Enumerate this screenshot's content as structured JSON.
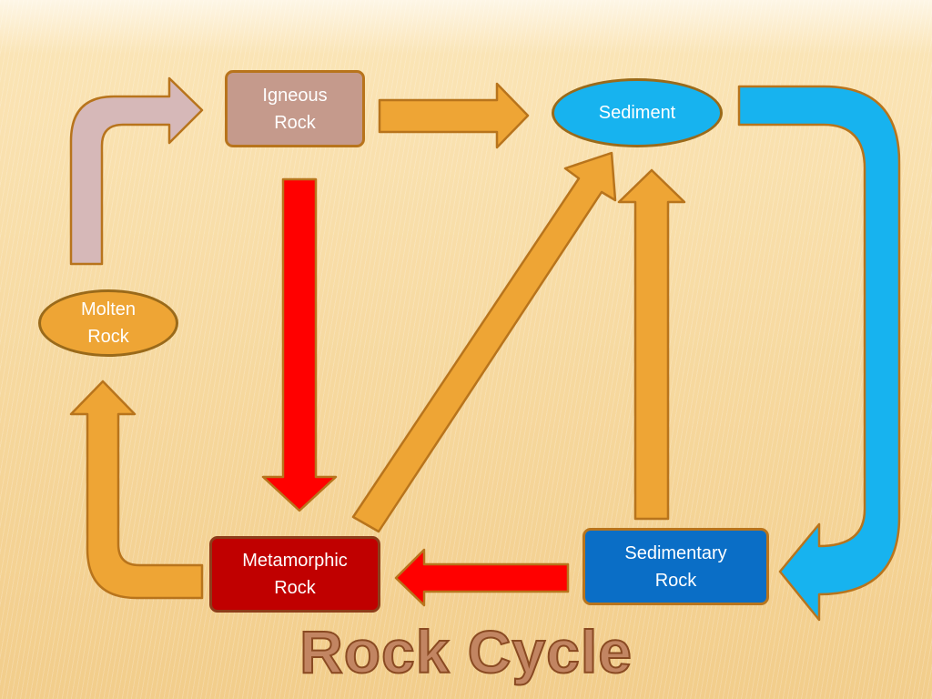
{
  "diagram": {
    "title": "Rock Cycle",
    "nodes": {
      "igneous_rock": "Igneous\nRock",
      "sediment": "Sediment",
      "molten_rock": "Molten\nRock",
      "metamorphic_rock": "Metamorphic\nRock",
      "sedimentary_rock": "Sedimentary\nRock"
    },
    "arrows": [
      {
        "from": "molten_rock",
        "to": "igneous_rock",
        "color": "#d6b8b8"
      },
      {
        "from": "igneous_rock",
        "to": "sediment",
        "color": "#eea535"
      },
      {
        "from": "igneous_rock",
        "to": "metamorphic_rock",
        "color": "#ff0000"
      },
      {
        "from": "sediment",
        "to": "sedimentary_rock",
        "color": "#17b3ef"
      },
      {
        "from": "sedimentary_rock",
        "to": "sediment",
        "color": "#eea535"
      },
      {
        "from": "metamorphic_rock",
        "to": "sediment",
        "color": "#eea535"
      },
      {
        "from": "sedimentary_rock",
        "to": "metamorphic_rock",
        "color": "#ff0000"
      },
      {
        "from": "metamorphic_rock",
        "to": "molten_rock",
        "color": "#eea535"
      }
    ]
  }
}
